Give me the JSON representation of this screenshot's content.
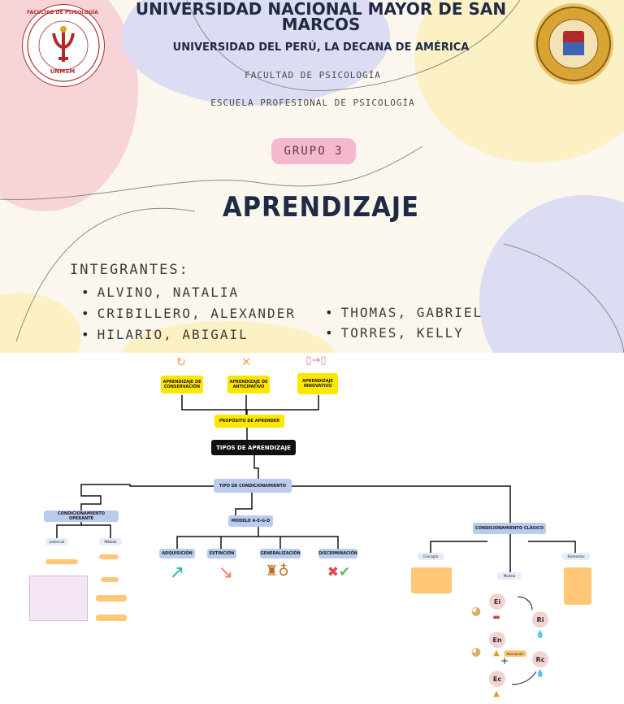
{
  "header": {
    "university": "UNIVERSIDAD NACIONAL MAYOR DE SAN MARCOS",
    "subtitle": "UNIVERSIDAD DEL PERÚ, LA DECANA DE AMÉRICA",
    "faculty": "FACULTAD DE PSICOLOGÍA",
    "school": "ESCUELA PROFESIONAL DE PSICOLOGÍA",
    "logo_left": {
      "top_text": "FACULTAD DE PSICOLOGÍA",
      "bottom_text": "UNMSM"
    }
  },
  "group": "GRUPO 3",
  "title": "APRENDIZAJE",
  "members": {
    "heading": "INTEGRANTES:",
    "left": [
      "ALVINO, NATALIA",
      "CRIBILLERO, ALEXANDER",
      "HILARIO, ABIGAIL"
    ],
    "right": [
      "THOMAS, GABRIEL",
      "TORRES, KELLY"
    ]
  },
  "diagram": {
    "purposes": [
      "APRENDIZAJE DE CONSERVACIÓN",
      "APRENDIZAJE DE ANTICIPATIVO",
      "APRENDIZAJE INNOVATIVO"
    ],
    "proposito": "PROPÓSITO DE APRENDER",
    "tipos": "TIPOS DE APRENDIZAJE",
    "tipo_cond": "TIPO DE CONDICIONAMIENTO",
    "operante": "CONDICIONAMIENTO OPERANTE",
    "modelo": "MODELO A-E-G-D",
    "clasico": "CONDICIONAMIENTO CLÁSICO",
    "modelo_items": [
      "ADQUISICIÓN",
      "EXTINCIÓN",
      "GENERALIZACIÓN",
      "DISCRIMINACIÓN"
    ],
    "operante_items": [
      "potencial",
      "Método"
    ],
    "clasico_items": [
      "Concepto",
      "Modelo",
      "Elementos"
    ],
    "circles": [
      "Ei",
      "Ri",
      "En",
      "Ec",
      "Rc"
    ],
    "asociacion": "Asociación"
  },
  "colors": {
    "navy": "#1f2a44",
    "yellow": "#ffe600",
    "blue_node": "#b9cbee",
    "orange_node": "#ffc776",
    "pink": "#f6b8cf"
  }
}
